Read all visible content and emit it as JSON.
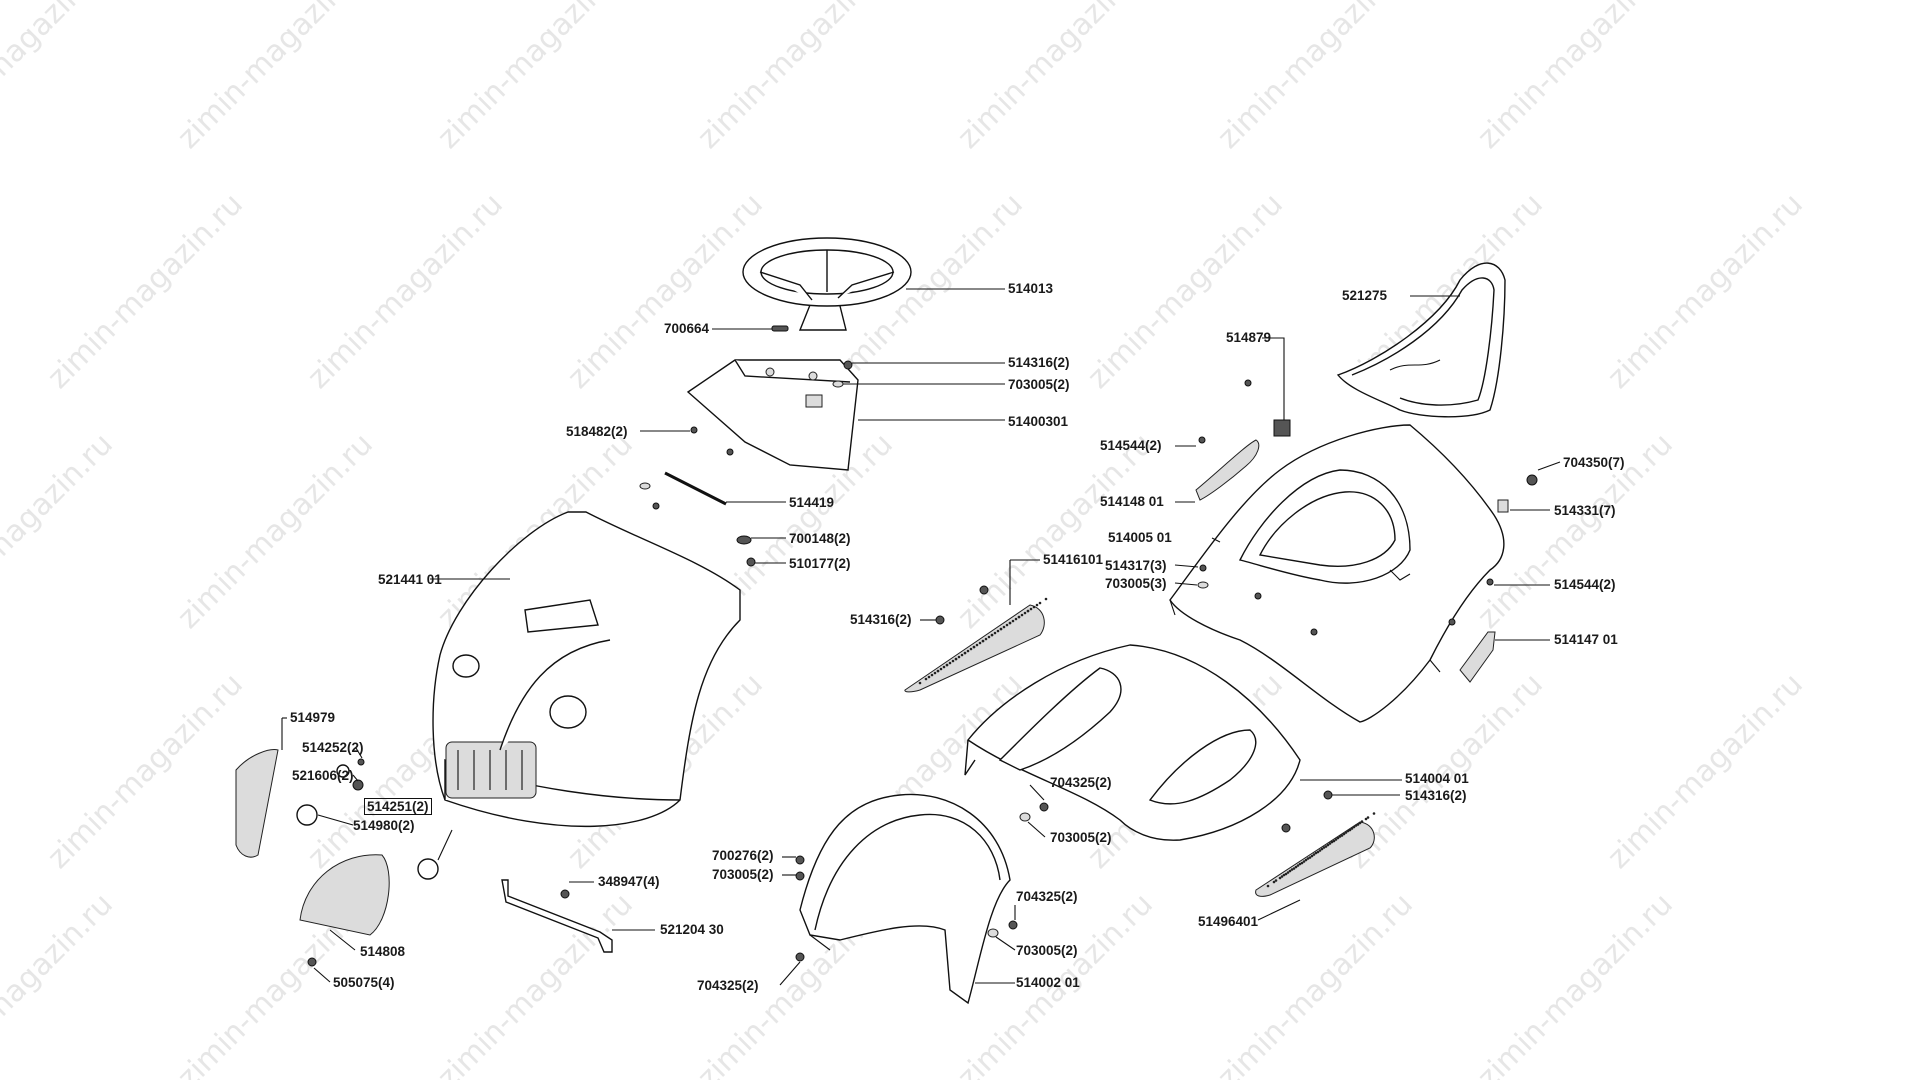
{
  "watermark": "zimin-magazin.ru",
  "parts": [
    {
      "id": "p514013",
      "text": "514013"
    },
    {
      "id": "p700664",
      "text": "700664"
    },
    {
      "id": "p514316a",
      "text": "514316(2)"
    },
    {
      "id": "p703005a",
      "text": "703005(2)"
    },
    {
      "id": "p518482",
      "text": "518482(2)"
    },
    {
      "id": "p51400301",
      "text": "51400301"
    },
    {
      "id": "p514419",
      "text": "514419"
    },
    {
      "id": "p700148",
      "text": "700148(2)"
    },
    {
      "id": "p510177",
      "text": "510177(2)"
    },
    {
      "id": "p521441",
      "text": "521441 01"
    },
    {
      "id": "p514979",
      "text": "514979"
    },
    {
      "id": "p514252",
      "text": "514252(2)"
    },
    {
      "id": "p521606",
      "text": "521606(2)"
    },
    {
      "id": "p514251",
      "text": "514251(2)"
    },
    {
      "id": "p514980",
      "text": "514980(2)"
    },
    {
      "id": "p514808",
      "text": "514808"
    },
    {
      "id": "p505075",
      "text": "505075(4)"
    },
    {
      "id": "p348947",
      "text": "348947(4)"
    },
    {
      "id": "p521204",
      "text": "521204 30"
    },
    {
      "id": "p700276",
      "text": "700276(2)"
    },
    {
      "id": "p703005b",
      "text": "703005(2)"
    },
    {
      "id": "p704325a",
      "text": "704325(2)"
    },
    {
      "id": "p514002",
      "text": "514002 01"
    },
    {
      "id": "p704325b",
      "text": "704325(2)"
    },
    {
      "id": "p703005c",
      "text": "703005(2)"
    },
    {
      "id": "p704325c",
      "text": "704325(2)"
    },
    {
      "id": "p703005d",
      "text": "703005(2)"
    },
    {
      "id": "p514316b",
      "text": "514316(2)"
    },
    {
      "id": "p51416101",
      "text": "51416101"
    },
    {
      "id": "p521275",
      "text": "521275"
    },
    {
      "id": "p514879",
      "text": "514879"
    },
    {
      "id": "p514544a",
      "text": "514544(2)"
    },
    {
      "id": "p514148",
      "text": "514148 01"
    },
    {
      "id": "p514005",
      "text": "514005 01"
    },
    {
      "id": "p514317",
      "text": "514317(3)"
    },
    {
      "id": "p703005e",
      "text": "703005(3)"
    },
    {
      "id": "p704350",
      "text": "704350(7)"
    },
    {
      "id": "p514331",
      "text": "514331(7)"
    },
    {
      "id": "p514544b",
      "text": "514544(2)"
    },
    {
      "id": "p514147",
      "text": "514147 01"
    },
    {
      "id": "p514004",
      "text": "514004 01"
    },
    {
      "id": "p514316c",
      "text": "514316(2)"
    },
    {
      "id": "p51496401",
      "text": "51496401"
    }
  ]
}
